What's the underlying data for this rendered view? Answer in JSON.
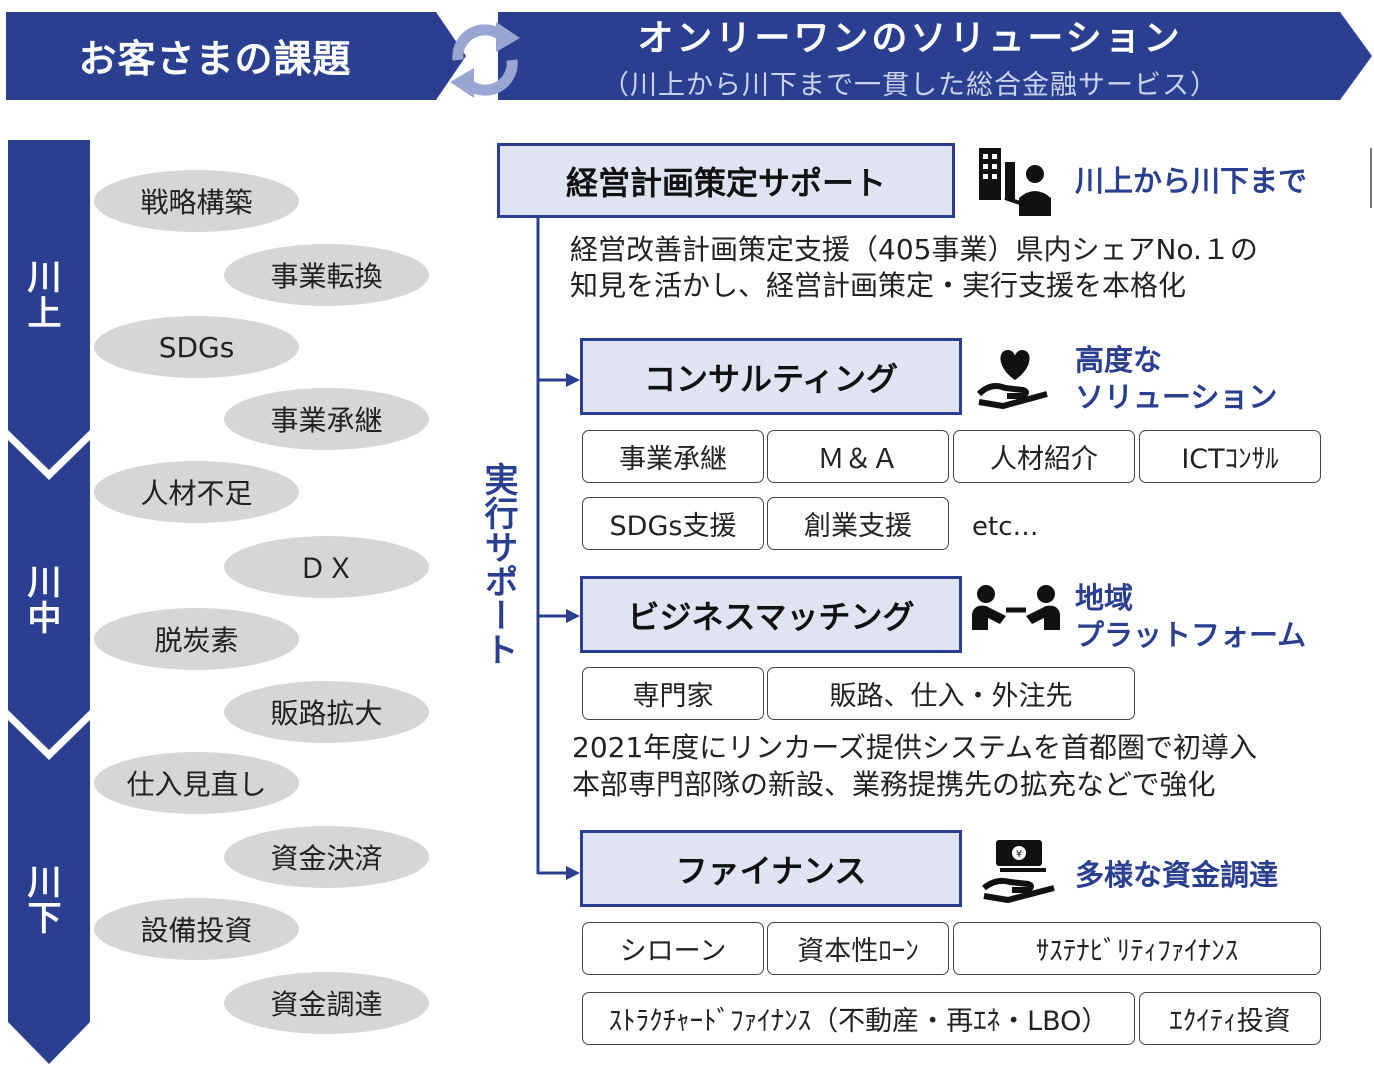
{
  "header": {
    "left_title": "お客さまの課題",
    "right_title": "オンリーワンのソリューション",
    "right_subtitle": "（川上から川下まで一貫した総合金融サービス）"
  },
  "stages": [
    {
      "label": "川上"
    },
    {
      "label": "川中"
    },
    {
      "label": "川下"
    }
  ],
  "challenges": [
    "戦略構築",
    "事業転換",
    "SDGs",
    "事業承継",
    "人材不足",
    "ＤＸ",
    "脱炭素",
    "販路拡大",
    "仕入見直し",
    "資金決済",
    "設備投資",
    "資金調達"
  ],
  "vertical_label": "実行サポート",
  "plan_support": {
    "title": "経営計画策定サポート",
    "tagline": "川上から川下まで",
    "icon": "office-person-icon",
    "desc_lines": [
      "経営改善計画策定支援（405事業）県内シェアNo.１の",
      "知見を活かし、経営計画策定・実行支援を本格化"
    ]
  },
  "consulting": {
    "title": "コンサルティング",
    "tagline_lines": [
      "高度な",
      "ソリューション"
    ],
    "icon": "heart-hand-icon",
    "items_row1": [
      "事業承継",
      "Ｍ＆Ａ",
      "人材紹介",
      "ICTｺﾝｻﾙ"
    ],
    "items_row2": [
      "SDGs支援",
      "創業支援"
    ],
    "etc": "etc…"
  },
  "matching": {
    "title": "ビジネスマッチング",
    "tagline_lines": [
      "地域",
      "プラットフォーム"
    ],
    "icon": "people-handshake-icon",
    "items": [
      "専門家",
      "販路、仕入・外注先"
    ],
    "desc_lines": [
      "2021年度にリンカーズ提供システムを首都圏で初導入",
      "本部専門部隊の新設、業務提携先の拡充などで強化"
    ]
  },
  "finance": {
    "title": "ファイナンス",
    "tagline": "多様な資金調達",
    "icon": "money-hand-icon",
    "items_row1": [
      "シローン",
      "資本性ﾛｰﾝ",
      "ｻｽﾃﾅﾋﾞﾘﾃｨﾌｧｲﾅﾝｽ"
    ],
    "items_row2": [
      "ｽﾄﾗｸﾁｬｰﾄﾞﾌｧｲﾅﾝｽ（不動産・再ｴﾈ・LBO）",
      "ｴｸｲﾃｨ投資"
    ]
  },
  "colors": {
    "navy": "#2b3f91",
    "box_fill": "#dfe3f2",
    "oval": "#d6d6d6",
    "cycle_arrow": "#9aa6d2"
  }
}
